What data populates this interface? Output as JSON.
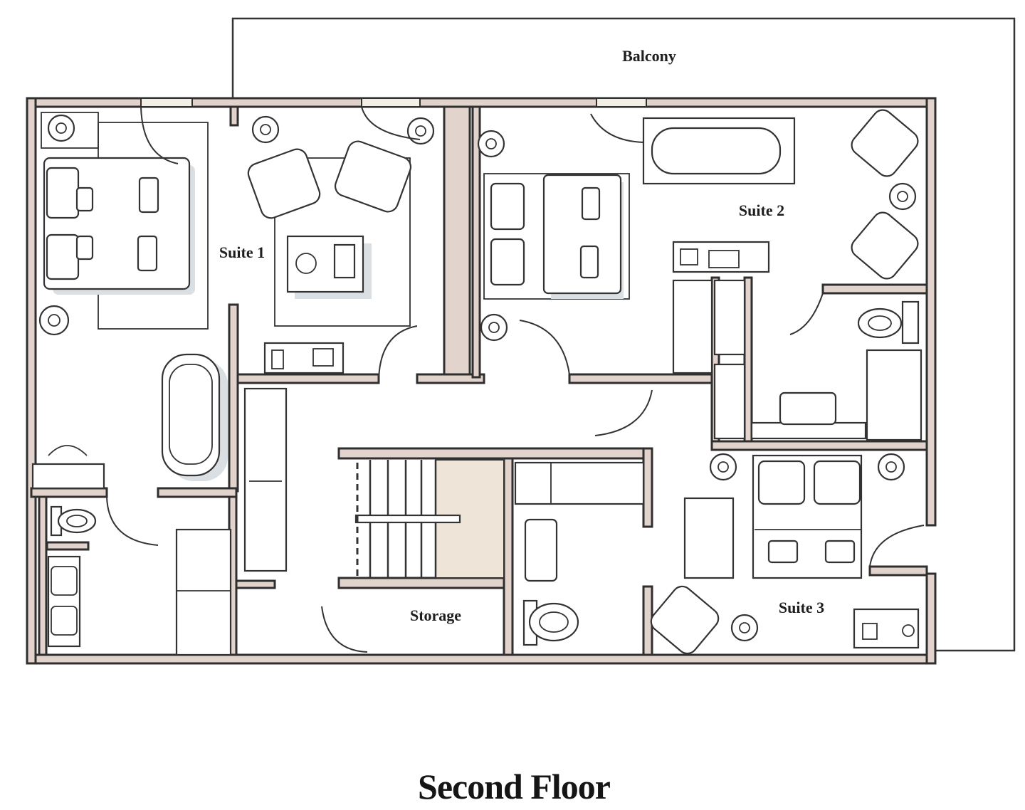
{
  "floor_plan": {
    "title": "Second Floor",
    "rooms": {
      "balcony": "Balcony",
      "suite_1": "Suite 1",
      "suite_2": "Suite 2",
      "suite_3": "Suite 3",
      "storage": "Storage"
    },
    "colors": {
      "wall_fill": "#e3d3cd",
      "stair_landing": "#efe4d8",
      "furniture_shadow": "#d9dfe3",
      "line": "#333333"
    },
    "icons": [
      "bed-icon",
      "bathtub-icon",
      "toilet-icon",
      "sink-icon",
      "armchair-icon",
      "lamp-icon",
      "stairs-icon",
      "door-swing-icon",
      "desk-icon",
      "wardrobe-icon"
    ]
  }
}
